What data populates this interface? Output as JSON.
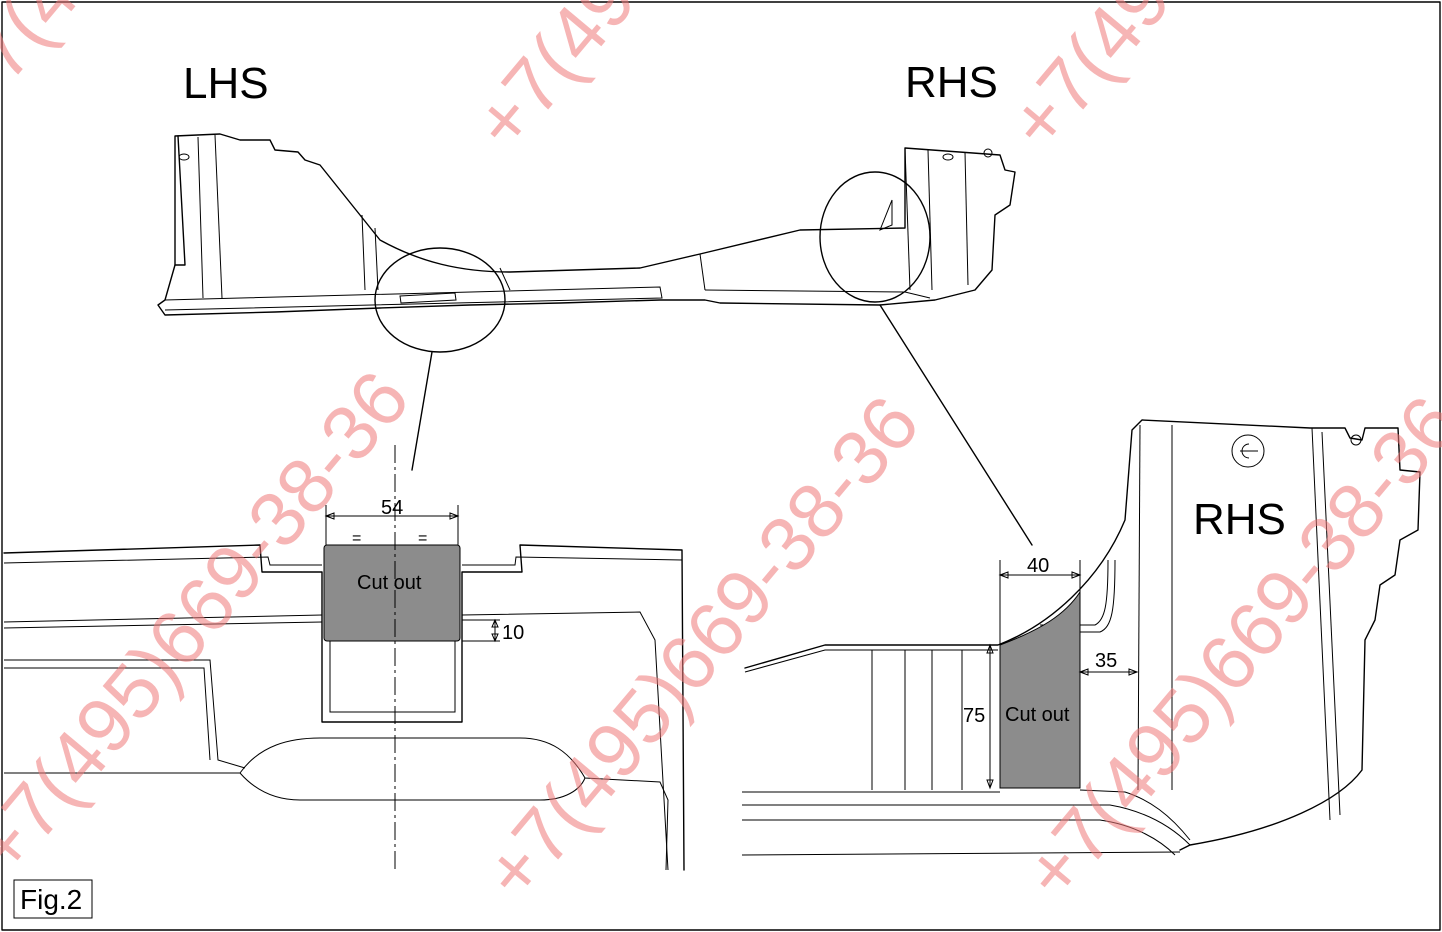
{
  "labels": {
    "lhs_title": "LHS",
    "rhs_title": "RHS",
    "rhs_detail_title": "RHS",
    "lhs_cut": "Cut out",
    "rhs_cut": "Cut out",
    "dim_54": "54",
    "dim_10": "10",
    "dim_40": "40",
    "dim_35": "35",
    "dim_75": "75",
    "equal_left": "=",
    "equal_right": "=",
    "figure": "Fig.2"
  },
  "watermark": {
    "text": "+7(495)669-38-36",
    "color": "#f07a7a"
  },
  "colors": {
    "line": "#000000",
    "cutout_fill": "#8c8c8c"
  }
}
